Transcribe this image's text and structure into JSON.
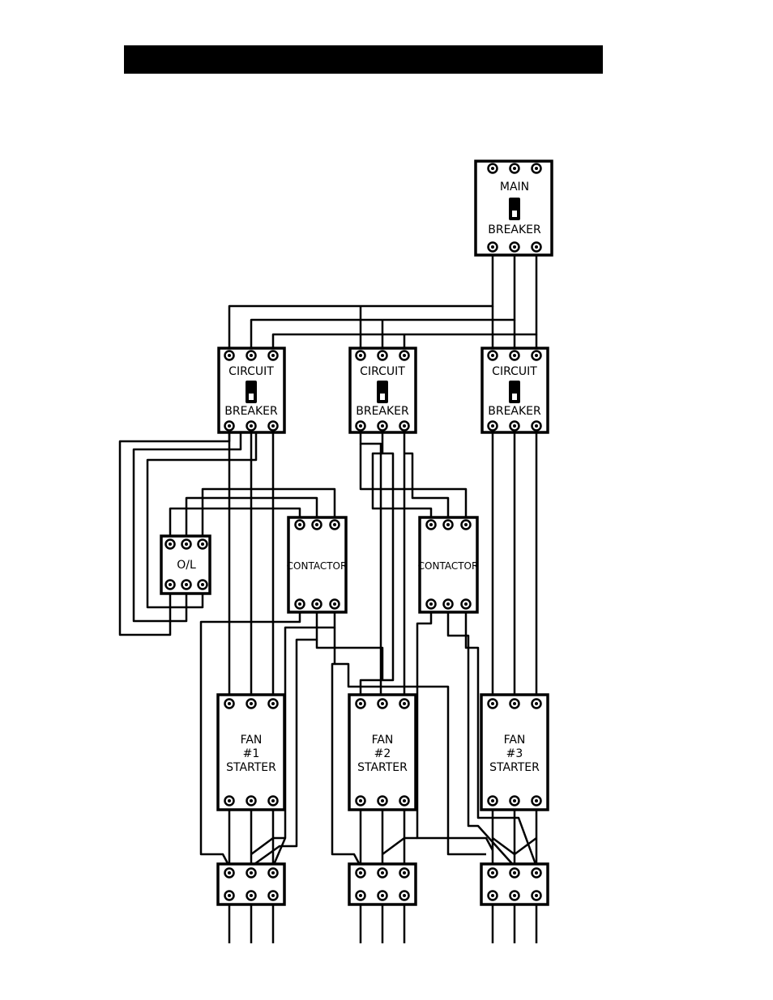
{
  "header": {
    "bar_color": "#000000"
  },
  "main_breaker": {
    "line1": "MAIN",
    "line2": "BREAKER"
  },
  "circuit_breakers": [
    {
      "line1": "CIRCUIT",
      "line2": "BREAKER"
    },
    {
      "line1": "CIRCUIT",
      "line2": "BREAKER"
    },
    {
      "line1": "CIRCUIT",
      "line2": "BREAKER"
    }
  ],
  "overload": {
    "label": "O/L"
  },
  "contactors": [
    {
      "label": "CONTACTOR"
    },
    {
      "label": "CONTACTOR"
    }
  ],
  "starters": [
    {
      "line1": "FAN",
      "line2": "#1",
      "line3": "STARTER"
    },
    {
      "line1": "FAN",
      "line2": "#2",
      "line3": "STARTER"
    },
    {
      "line1": "FAN",
      "line2": "#3",
      "line3": "STARTER"
    }
  ],
  "colors": {
    "ink": "#000000",
    "paper": "#ffffff"
  }
}
